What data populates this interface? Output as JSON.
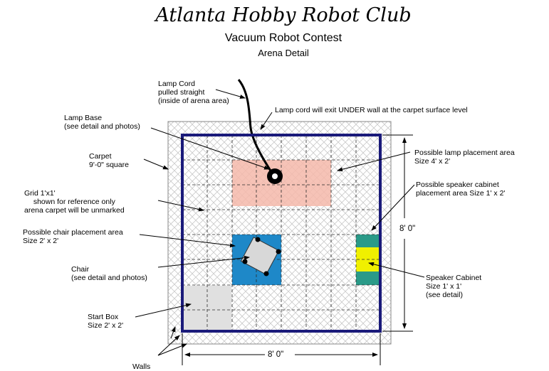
{
  "header": {
    "title": "Atlanta Hobby Robot Club",
    "subtitle": "Vacuum Robot Contest",
    "subtitle2": "Arena Detail"
  },
  "labels": {
    "lamp_cord_1": "Lamp Cord",
    "lamp_cord_2": "pulled straight",
    "lamp_cord_3": "(inside of arena area)",
    "lamp_cord_exit": "Lamp cord will exit UNDER wall at the carpet surface level",
    "lamp_base_1": "Lamp Base",
    "lamp_base_2": "(see detail and photos)",
    "carpet_1": "Carpet",
    "carpet_2": "9'-0\" square",
    "grid_1": "Grid 1'x1'",
    "grid_2": "shown for reference only",
    "grid_3": "arena carpet will be unmarked",
    "chair_area_1": "Possible chair placement area",
    "chair_area_2": "Size 2' x 2'",
    "chair_1": "Chair",
    "chair_2": "(see detail and photos)",
    "start_1": "Start Box",
    "start_2": "Size 2' x 2'",
    "walls": "Walls",
    "lamp_area_1": "Possible lamp placement area",
    "lamp_area_2": "Size 4' x 2'",
    "speaker_area_1": "Possible speaker cabinet",
    "speaker_area_2": "placement area  Size 1' x 2'",
    "speaker_1": "Speaker Cabinet",
    "speaker_2": "Size 1' x 1'",
    "speaker_3": "(see detail)",
    "dim_vertical": "8' 0\"",
    "dim_horizontal": "8' 0\""
  },
  "colors": {
    "wall": "#1a1a7a",
    "lamp_area": "#f4b8aa",
    "chair_area": "#1e88c8",
    "chair": "#d8d8d8",
    "speaker_area": "#2a9a88",
    "speaker": "#f0f000",
    "start_box": "#e0e0e0",
    "grid": "#2b2b2b"
  }
}
